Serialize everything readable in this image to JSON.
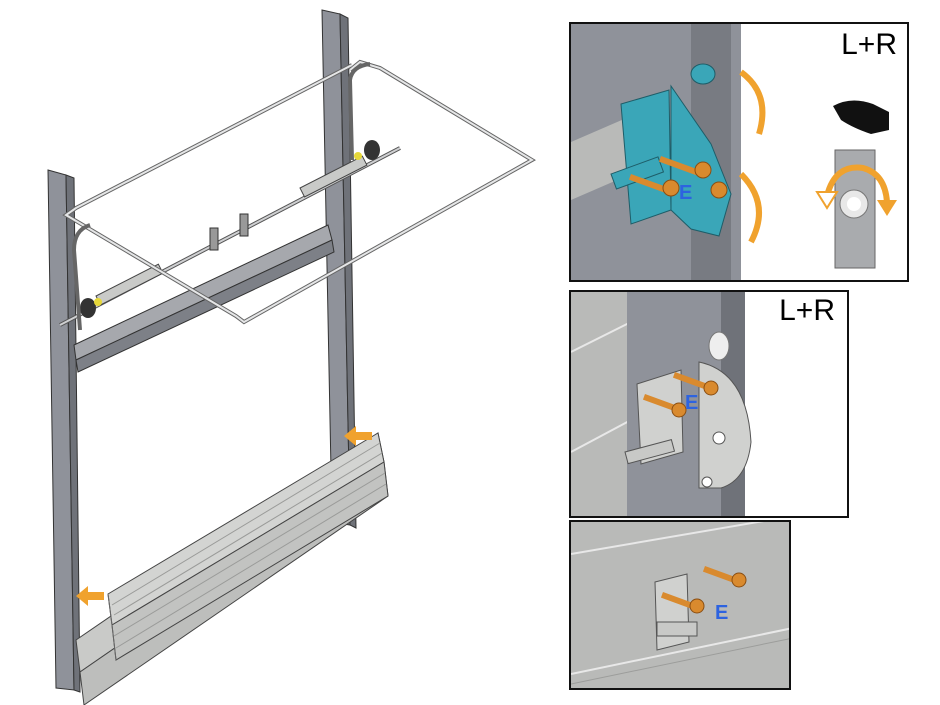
{
  "detail_top": {
    "side_label": "L+R",
    "part_label": "E"
  },
  "detail_middle": {
    "side_label": "L+R",
    "part_label": "E"
  },
  "detail_bottom": {
    "part_label": "E"
  },
  "colors": {
    "frame": "#8f929a",
    "panel_fill": "#c9cac8",
    "arrow": "#f0a22e",
    "bracket_highlight": "#3aa6b8",
    "bolt": "#d98a2e",
    "label_blue": "#2d63e0"
  },
  "icons": [
    "hand-icon",
    "rotate-arrows-icon",
    "insertion-arrow-icon"
  ]
}
